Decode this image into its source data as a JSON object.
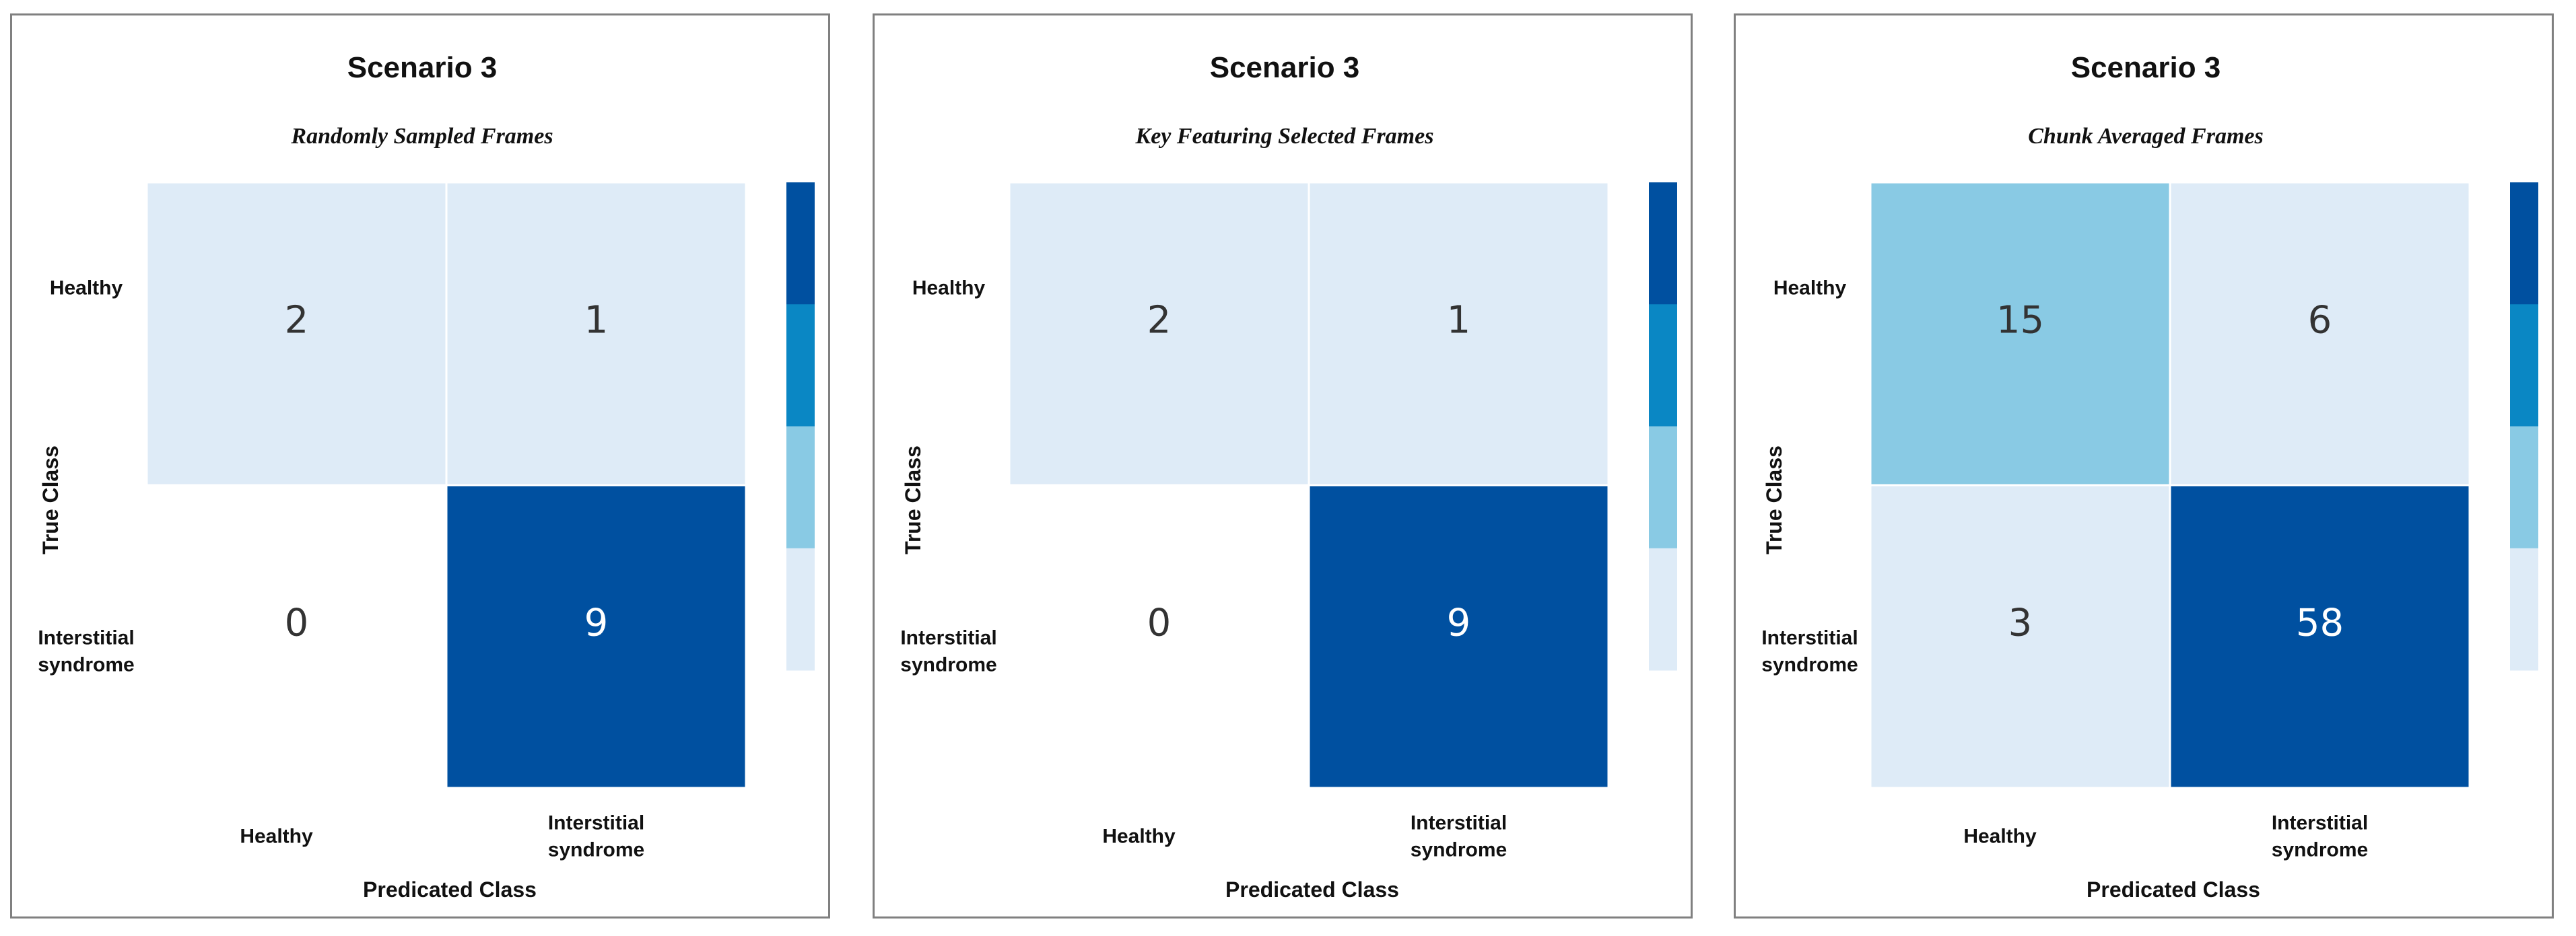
{
  "chart_data": [
    {
      "type": "heatmap",
      "title": "Scenario 3",
      "subtitle": "Randomly Sampled Frames",
      "xlabel": "Predicated Class",
      "ylabel": "True Class",
      "x_categories": [
        [
          "Healthy"
        ],
        [
          "Interstitial",
          "syndrome"
        ]
      ],
      "y_categories": [
        [
          "Healthy"
        ],
        [
          "Interstitial",
          "syndrome"
        ]
      ],
      "values": [
        [
          2,
          1
        ],
        [
          0,
          9
        ]
      ],
      "colorbar": true
    },
    {
      "type": "heatmap",
      "title": "Scenario 3",
      "subtitle": "Key Featuring Selected Frames",
      "xlabel": "Predicated Class",
      "ylabel": "True Class",
      "x_categories": [
        [
          "Healthy"
        ],
        [
          "Interstitial",
          "syndrome"
        ]
      ],
      "y_categories": [
        [
          "Healthy"
        ],
        [
          "Interstitial",
          "syndrome"
        ]
      ],
      "values": [
        [
          2,
          1
        ],
        [
          0,
          9
        ]
      ],
      "colorbar": true
    },
    {
      "type": "heatmap",
      "title": "Scenario 3",
      "subtitle": "Chunk Averaged Frames",
      "xlabel": "Predicated Class",
      "ylabel": "True Class",
      "x_categories": [
        [
          "Healthy"
        ],
        [
          "Interstitial",
          "syndrome"
        ]
      ],
      "y_categories": [
        [
          "Healthy"
        ],
        [
          "Interstitial",
          "syndrome"
        ]
      ],
      "values": [
        [
          15,
          6
        ],
        [
          3,
          58
        ]
      ],
      "colorbar": true
    }
  ],
  "colors": {
    "scale": [
      "#deebf7",
      "#89cae4",
      "#0a87c4",
      "#0050a0"
    ],
    "text_dark": "#333333",
    "text_light": "#ffffff"
  }
}
